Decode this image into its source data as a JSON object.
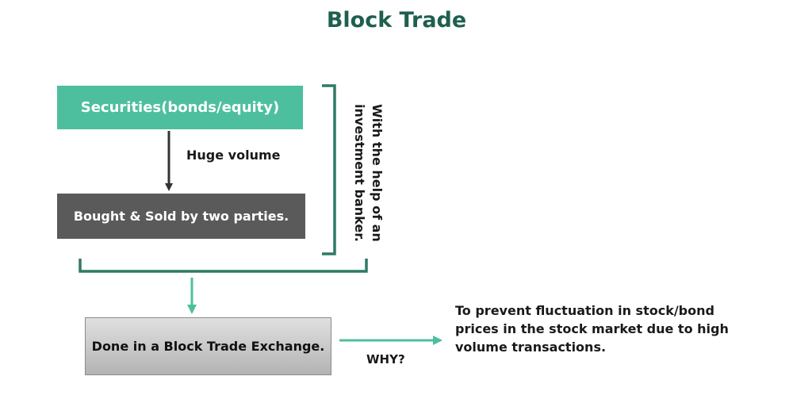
{
  "title": "Block Trade",
  "boxes": {
    "securities": "Securities(bonds/equity)",
    "bought_sold": "Bought & Sold by two parties.",
    "exchange": "Done in a Block Trade Exchange."
  },
  "labels": {
    "huge_volume": "Huge volume",
    "help_note": "With the help of an investment banker.",
    "why": "WHY?",
    "reason": "To prevent fluctuation in stock/bond prices in the stock market due to high volume transactions."
  },
  "colors": {
    "title": "#1f5f4f",
    "accent": "#4dbf9f",
    "bracket": "#2f7a66",
    "dark_box": "#5a5a5a",
    "arrow_dark": "#333333"
  }
}
